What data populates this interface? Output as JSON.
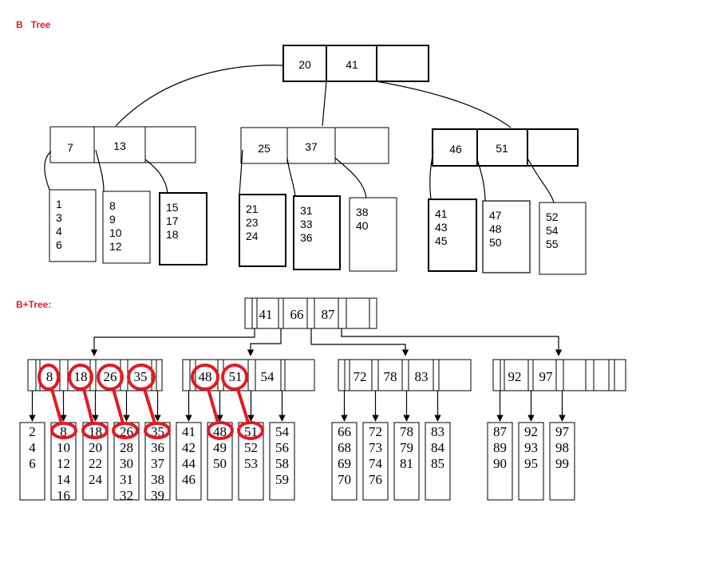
{
  "titles": {
    "btree": "B   Tree",
    "bplus": "B+Tree:"
  },
  "btree": {
    "root": [
      "20",
      "41",
      ""
    ],
    "internal": [
      [
        "7",
        "13",
        ""
      ],
      [
        "25",
        "37",
        ""
      ],
      [
        "46",
        "51",
        ""
      ]
    ],
    "leaves": [
      [
        "1",
        "3",
        "4",
        "6"
      ],
      [
        "8",
        "9",
        "10",
        "12"
      ],
      [
        "15",
        "17",
        "18"
      ],
      [
        "21",
        "23",
        "24"
      ],
      [
        "31",
        "33",
        "36"
      ],
      [
        "38",
        "40"
      ],
      [
        "41",
        "43",
        "45"
      ],
      [
        "47",
        "48",
        "50"
      ],
      [
        "52",
        "54",
        "55"
      ]
    ]
  },
  "bplus": {
    "root": [
      "",
      "41",
      "66",
      "87",
      ""
    ],
    "internal": [
      [
        "8",
        "18",
        "26",
        "35",
        ""
      ],
      [
        "48",
        "51",
        "54",
        ""
      ],
      [
        "72",
        "78",
        "83",
        ""
      ],
      [
        "92",
        "97",
        "",
        ""
      ]
    ],
    "leaves": [
      [
        "2",
        "4",
        "6"
      ],
      [
        "8",
        "10",
        "12",
        "14",
        "16"
      ],
      [
        "18",
        "20",
        "22",
        "24"
      ],
      [
        "26",
        "28",
        "30",
        "31",
        "32"
      ],
      [
        "35",
        "36",
        "37",
        "38",
        "39"
      ],
      [
        "41",
        "42",
        "44",
        "46"
      ],
      [
        "48",
        "49",
        "50"
      ],
      [
        "51",
        "52",
        "53"
      ],
      [
        "54",
        "56",
        "58",
        "59"
      ],
      [
        "66",
        "68",
        "69",
        "70"
      ],
      [
        "72",
        "73",
        "74",
        "76"
      ],
      [
        "78",
        "79",
        "81"
      ],
      [
        "83",
        "84",
        "85"
      ],
      [
        "87",
        "89",
        "90"
      ],
      [
        "92",
        "93",
        "95"
      ],
      [
        "97",
        "98",
        "99"
      ]
    ],
    "highlighted_keys": [
      "8",
      "18",
      "26",
      "35",
      "48",
      "51"
    ]
  },
  "colors": {
    "annotation_red": "#e01b24",
    "title_red": "#e0202a"
  }
}
